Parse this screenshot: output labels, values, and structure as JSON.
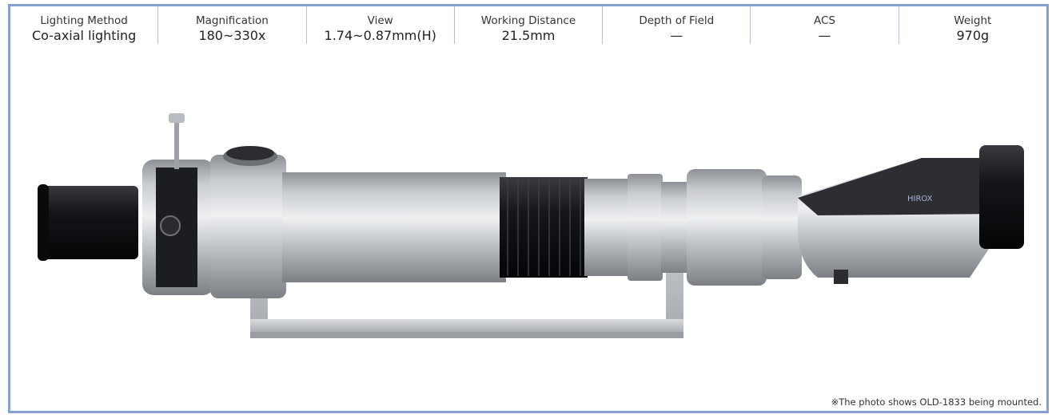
{
  "specs": [
    {
      "label": "Lighting Method",
      "value": "Co-axial lighting"
    },
    {
      "label": "Magnification",
      "value": "180~330x"
    },
    {
      "label": "View",
      "value": "1.74~0.87mm(H)"
    },
    {
      "label": "Working Distance",
      "value": "21.5mm"
    },
    {
      "label": "Depth of Field",
      "value": "—"
    },
    {
      "label": "ACS",
      "value": "—"
    },
    {
      "label": "Weight",
      "value": "970g"
    }
  ],
  "photo": {
    "brand_text": "HIROX"
  },
  "caption": "※The photo shows OLD-1833 being mounted.",
  "colors": {
    "frame_border": "#8a9fd1",
    "divider": "#b8bfd4"
  }
}
